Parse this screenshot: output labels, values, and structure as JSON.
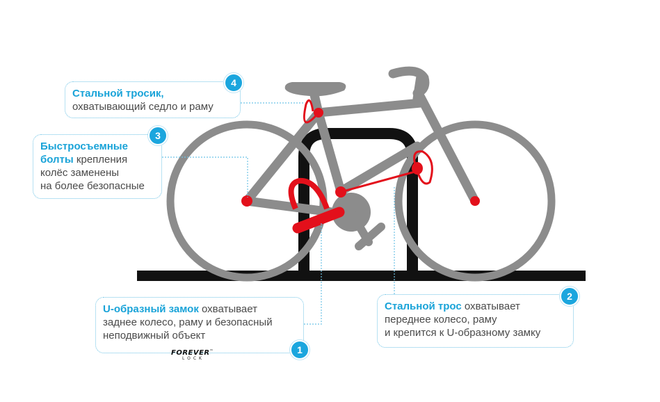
{
  "callouts": [
    {
      "id": 4,
      "badge": "4",
      "highlight": "Стальной тросик,",
      "lines": [
        "охватывающий седло и раму"
      ]
    },
    {
      "id": 3,
      "badge": "3",
      "highlight_lines": [
        "Быстросъемные",
        "болты"
      ],
      "tail_first": " крепления",
      "lines": [
        "колёс заменены",
        "на более безопасные"
      ]
    },
    {
      "id": 1,
      "badge": "1",
      "highlight": "U-образный замок",
      "tail_first": " охватывает",
      "lines": [
        "заднее колесо, раму и безопасный",
        "неподвижный объект"
      ]
    },
    {
      "id": 2,
      "badge": "2",
      "highlight": "Стальной трос",
      "tail_first": " охватывает",
      "lines": [
        "переднее колесо, раму",
        "и крепится к U-образному замку"
      ]
    }
  ],
  "logo": {
    "line1": "FOREVER",
    "tm": "™",
    "line2": "LOCK"
  },
  "colors": {
    "bike": "#8c8c8c",
    "rack": "#111111",
    "lock": "#e3101b",
    "accent": "#1ba6de",
    "leader": "#6ec3e6"
  }
}
